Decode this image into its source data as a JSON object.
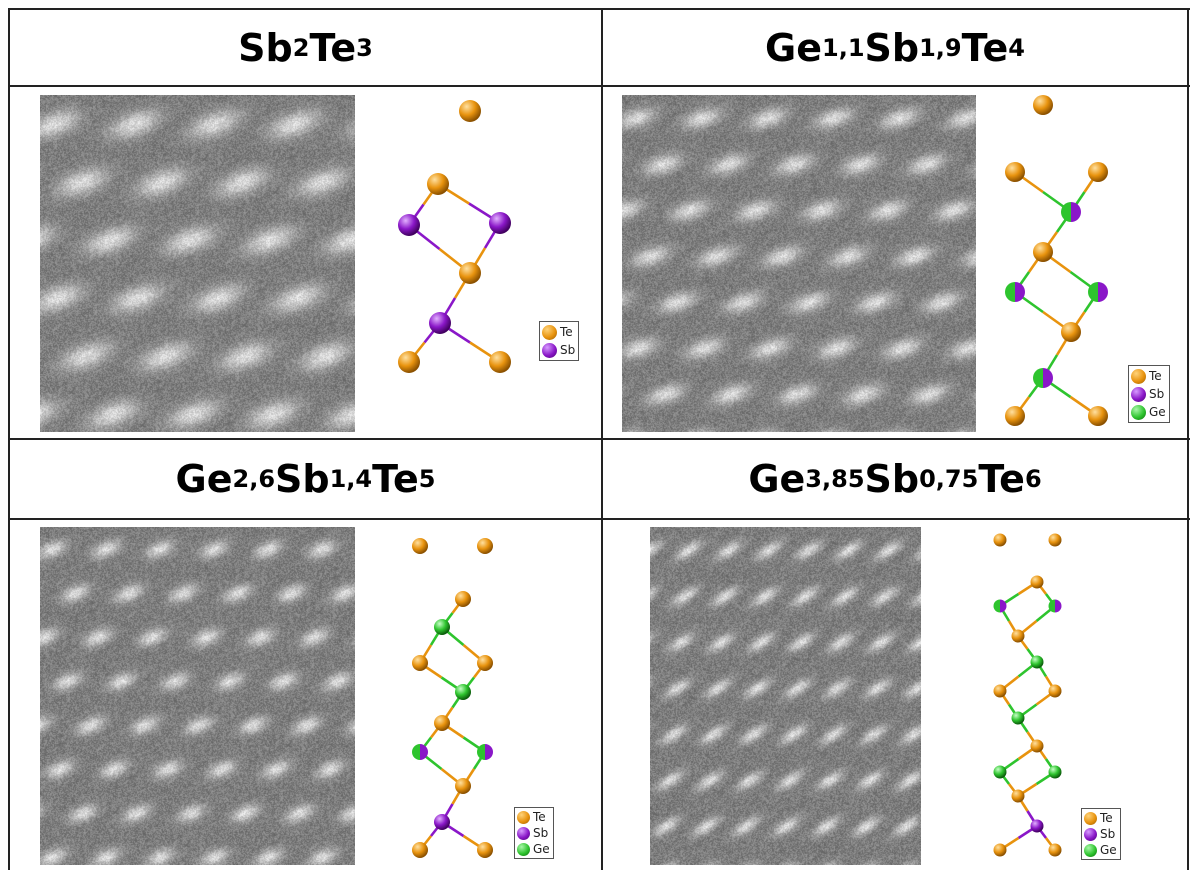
{
  "panels": [
    {
      "title": {
        "base1": "Sb",
        "sub1": "2",
        "base2": "Te",
        "sub2": "3",
        "base3": "",
        "sub3": ""
      },
      "legend": [
        {
          "element": "Te",
          "color": "#E8930E"
        },
        {
          "element": "Sb",
          "color": "#8A17C8"
        }
      ]
    },
    {
      "title": {
        "base1": "Ge",
        "sub1": "1,1",
        "base2": "Sb",
        "sub2": "1,9",
        "base3": "Te",
        "sub3": "4"
      },
      "legend": [
        {
          "element": "Te",
          "color": "#E8930E"
        },
        {
          "element": "Sb",
          "color": "#8A17C8"
        },
        {
          "element": "Ge",
          "color": "#2EC42E"
        }
      ]
    },
    {
      "title": {
        "base1": "Ge",
        "sub1": "2,6",
        "base2": "Sb",
        "sub2": "1,4",
        "base3": "Te",
        "sub3": "5"
      },
      "legend": [
        {
          "element": "Te",
          "color": "#E8930E"
        },
        {
          "element": "Sb",
          "color": "#8A17C8"
        },
        {
          "element": "Ge",
          "color": "#2EC42E"
        }
      ]
    },
    {
      "title": {
        "base1": "Ge",
        "sub1": "3,85",
        "base2": "Sb",
        "sub2": "0,75",
        "base3": "Te",
        "sub3": "6"
      },
      "legend": [
        {
          "element": "Te",
          "color": "#E8930E"
        },
        {
          "element": "Sb",
          "color": "#8A17C8"
        },
        {
          "element": "Ge",
          "color": "#2EC42E"
        }
      ]
    }
  ],
  "colors": {
    "Te": "#E8930E",
    "Sb": "#8A17C8",
    "Ge": "#2EC42E",
    "mixed": "mixed"
  }
}
